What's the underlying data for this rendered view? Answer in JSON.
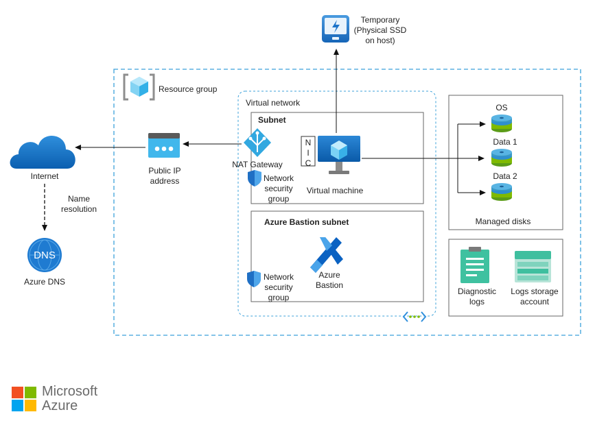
{
  "diagram": {
    "temporary_disk": {
      "line1": "Temporary",
      "line2": "(Physical SSD",
      "line3": "on host)"
    },
    "resource_group": "Resource group",
    "virtual_network": "Virtual network",
    "subnet": "Subnet",
    "nic": {
      "n": "N",
      "i": "I",
      "c": "C"
    },
    "nat_gateway": "NAT Gateway",
    "nsg1": {
      "line1": "Network",
      "line2": "security",
      "line3": "group"
    },
    "virtual_machine": "Virtual machine",
    "bastion_subnet": "Azure Bastion subnet",
    "nsg2": {
      "line1": "Network",
      "line2": "security",
      "line3": "group"
    },
    "azure_bastion": {
      "line1": "Azure",
      "line2": "Bastion"
    },
    "public_ip": {
      "line1": "Public IP",
      "line2": "address"
    },
    "internet": "Internet",
    "name_resolution": {
      "line1": "Name",
      "line2": "resolution"
    },
    "azure_dns": "Azure DNS",
    "dns_icon_text": "DNS",
    "disks": {
      "os": "OS",
      "data1": "Data 1",
      "data2": "Data 2",
      "managed": "Managed disks"
    },
    "diagnostic_logs": {
      "line1": "Diagnostic",
      "line2": "logs"
    },
    "logs_storage": {
      "line1": "Logs storage",
      "line2": "account"
    },
    "brand": {
      "line1": "Microsoft",
      "line2": "Azure"
    }
  },
  "colors": {
    "azure_blue": "#0078d4",
    "dashed_border": "#3ba1da",
    "disk_blue": "#3999c6",
    "disk_green": "#7fba00",
    "ms_red": "#f25022",
    "ms_green": "#7fba00",
    "ms_blue": "#00a4ef",
    "ms_yellow": "#ffb900"
  }
}
